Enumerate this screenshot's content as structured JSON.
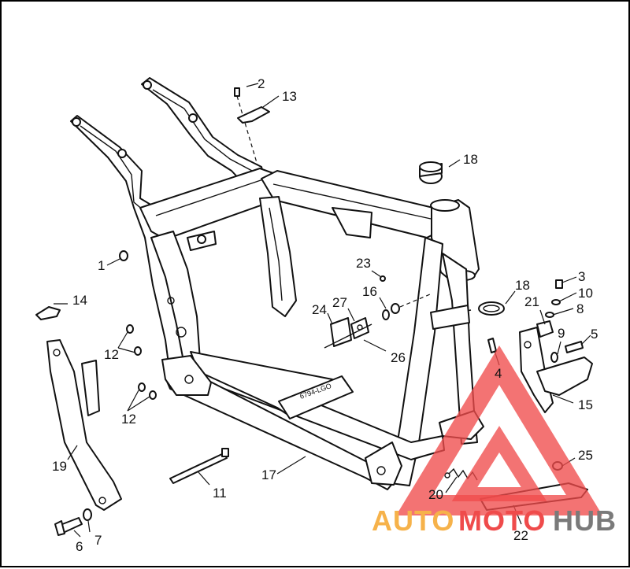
{
  "callouts": [
    {
      "id": "c1",
      "text": "1"
    },
    {
      "id": "c2",
      "text": "2"
    },
    {
      "id": "c3",
      "text": "3"
    },
    {
      "id": "c4",
      "text": "4"
    },
    {
      "id": "c5",
      "text": "5"
    },
    {
      "id": "c6",
      "text": "6"
    },
    {
      "id": "c7",
      "text": "7"
    },
    {
      "id": "c8",
      "text": "8"
    },
    {
      "id": "c9",
      "text": "9"
    },
    {
      "id": "c10",
      "text": "10"
    },
    {
      "id": "c11",
      "text": "11"
    },
    {
      "id": "c12a",
      "text": "12"
    },
    {
      "id": "c12b",
      "text": "12"
    },
    {
      "id": "c13",
      "text": "13"
    },
    {
      "id": "c14",
      "text": "14"
    },
    {
      "id": "c15",
      "text": "15"
    },
    {
      "id": "c16",
      "text": "16"
    },
    {
      "id": "c17",
      "text": "17"
    },
    {
      "id": "c18a",
      "text": "18"
    },
    {
      "id": "c18b",
      "text": "18"
    },
    {
      "id": "c19",
      "text": "19"
    },
    {
      "id": "c20",
      "text": "20"
    },
    {
      "id": "c21",
      "text": "21"
    },
    {
      "id": "c22",
      "text": "22"
    },
    {
      "id": "c23",
      "text": "23"
    },
    {
      "id": "c24",
      "text": "24"
    },
    {
      "id": "c25",
      "text": "25"
    },
    {
      "id": "c26",
      "text": "26"
    },
    {
      "id": "c27",
      "text": "27"
    }
  ],
  "frame_stamp": "6794-LGO",
  "watermark": {
    "part1": "AUTO",
    "part2": "MOTO",
    "part3": "HUB",
    "color_auto": "#f6b24a",
    "color_moto": "#ef4b4b",
    "color_hub": "#7a7a7a",
    "color_triangle": "#ef4b4b"
  }
}
